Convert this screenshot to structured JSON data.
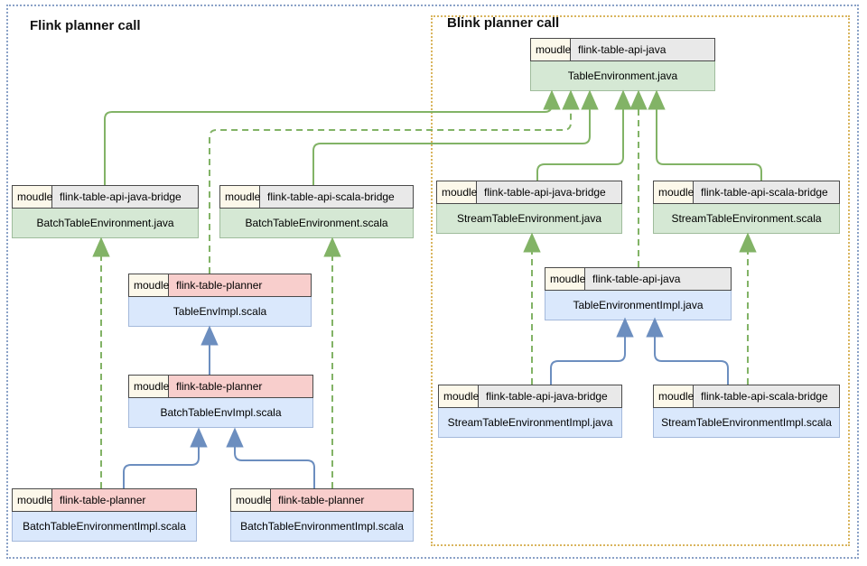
{
  "titles": {
    "flink": "Flink planner  call",
    "blink": "Blink planner call"
  },
  "labels": {
    "module_cell": "moudle"
  },
  "colors": {
    "green_fill": "#d5e8d4",
    "blue_fill": "#dae8fc",
    "pink_fill": "#f8cecc",
    "gray_fill": "#e9e9e9",
    "moudle_fill": "#fcf8ea",
    "green_line": "#82b366",
    "blue_line": "#6c8ebf",
    "flink_border_dotted": "#8ba2c7",
    "blink_border_dotted": "#d9b55e"
  },
  "boxes": [
    {
      "id": "table-environment-java",
      "module": "flink-table-api-java",
      "file": "TableEnvironment.java"
    },
    {
      "id": "batch-table-environment-java",
      "module": "flink-table-api-java-bridge",
      "file": "BatchTableEnvironment.java"
    },
    {
      "id": "batch-table-environment-scala",
      "module": "flink-table-api-scala-bridge",
      "file": "BatchTableEnvironment.scala"
    },
    {
      "id": "table-env-impl-scala",
      "module": "flink-table-planner",
      "file": "TableEnvImpl.scala"
    },
    {
      "id": "batch-table-env-impl-scala",
      "module": "flink-table-planner",
      "file": "BatchTableEnvImpl.scala"
    },
    {
      "id": "batch-table-environment-impl-scala-left",
      "module": "flink-table-planner",
      "file": "BatchTableEnvironmentImpl.scala"
    },
    {
      "id": "batch-table-environment-impl-scala-right",
      "module": "flink-table-planner",
      "file": "BatchTableEnvironmentImpl.scala"
    },
    {
      "id": "stream-table-environment-java",
      "module": "flink-table-api-java-bridge",
      "file": "StreamTableEnvironment.java"
    },
    {
      "id": "stream-table-environment-scala",
      "module": "flink-table-api-scala-bridge",
      "file": "StreamTableEnvironment.scala"
    },
    {
      "id": "table-environment-impl-java",
      "module": "flink-table-api-java",
      "file": "TableEnvironmentImpl.java"
    },
    {
      "id": "stream-table-environment-impl-java",
      "module": "flink-table-api-java-bridge",
      "file": "StreamTableEnvironmentImpl.java"
    },
    {
      "id": "stream-table-environment-impl-scala",
      "module": "flink-table-api-scala-bridge",
      "file": "StreamTableEnvironmentImpl.scala"
    }
  ],
  "edges": [
    {
      "from": "BatchTableEnvironment.java",
      "to": "TableEnvironment.java",
      "style": "green-solid"
    },
    {
      "from": "BatchTableEnvironment.scala",
      "to": "TableEnvironment.java",
      "style": "green-solid"
    },
    {
      "from": "StreamTableEnvironment.java",
      "to": "TableEnvironment.java",
      "style": "green-solid"
    },
    {
      "from": "StreamTableEnvironment.scala",
      "to": "TableEnvironment.java",
      "style": "green-solid"
    },
    {
      "from": "TableEnvImpl.scala",
      "to": "TableEnvironment.java",
      "style": "green-dashed"
    },
    {
      "from": "TableEnvironmentImpl.java",
      "to": "TableEnvironment.java",
      "style": "green-dashed"
    },
    {
      "from": "BatchTableEnvironmentImpl.scala (left)",
      "to": "BatchTableEnvironment.java",
      "style": "green-dashed"
    },
    {
      "from": "BatchTableEnvironmentImpl.scala (right)",
      "to": "BatchTableEnvironment.scala",
      "style": "green-dashed"
    },
    {
      "from": "StreamTableEnvironmentImpl.java",
      "to": "StreamTableEnvironment.java",
      "style": "green-dashed"
    },
    {
      "from": "StreamTableEnvironmentImpl.scala",
      "to": "StreamTableEnvironment.scala",
      "style": "green-dashed"
    },
    {
      "from": "BatchTableEnvImpl.scala",
      "to": "TableEnvImpl.scala",
      "style": "blue-solid"
    },
    {
      "from": "BatchTableEnvironmentImpl.scala (left)",
      "to": "BatchTableEnvImpl.scala",
      "style": "blue-solid"
    },
    {
      "from": "BatchTableEnvironmentImpl.scala (right)",
      "to": "BatchTableEnvImpl.scala",
      "style": "blue-solid"
    },
    {
      "from": "StreamTableEnvironmentImpl.java",
      "to": "TableEnvironmentImpl.java",
      "style": "blue-solid"
    },
    {
      "from": "StreamTableEnvironmentImpl.scala",
      "to": "TableEnvironmentImpl.java",
      "style": "blue-solid"
    }
  ]
}
